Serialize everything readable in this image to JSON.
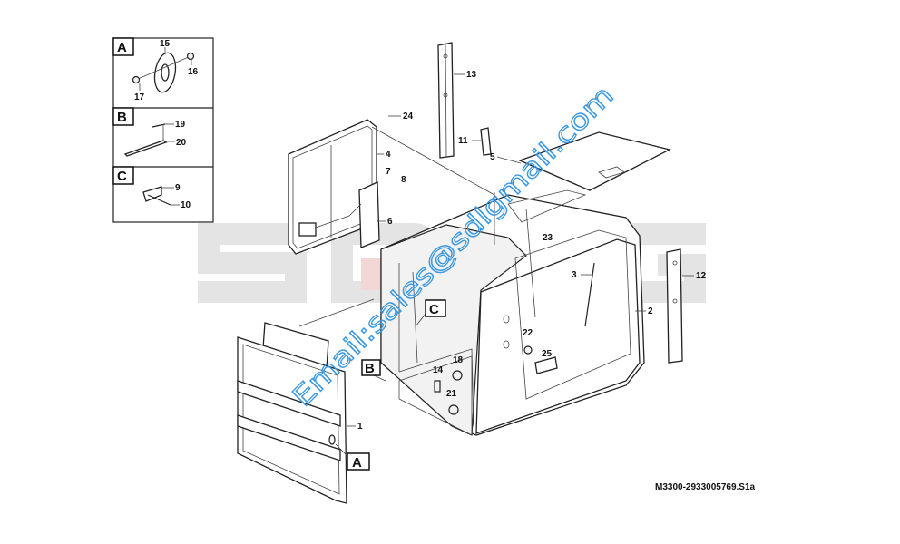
{
  "watermark": {
    "brand": "SDLG",
    "email": "Email:sales@sdlgmail.com",
    "brand_color": "#e4e4e4",
    "email_color": "#3a97e0"
  },
  "drawing_code": "M3300-2933005769.S1a",
  "detail_panels": [
    {
      "letter": "A",
      "callouts": [
        "15",
        "16",
        "17"
      ]
    },
    {
      "letter": "B",
      "callouts": [
        "19",
        "20"
      ]
    },
    {
      "letter": "C",
      "callouts": [
        "9",
        "10"
      ]
    }
  ],
  "callouts": {
    "p1": "1",
    "p2": "2",
    "p3": "3",
    "p4": "4",
    "p5": "5",
    "p6": "6",
    "p7": "7",
    "p8": "8",
    "p11": "11",
    "p12": "12",
    "p13": "13",
    "p14": "14",
    "p18": "18",
    "p21": "21",
    "p22": "22",
    "p23": "23",
    "p24": "24",
    "p25": "25"
  },
  "detail_refs": {
    "a": "A",
    "b": "B",
    "c": "C"
  }
}
